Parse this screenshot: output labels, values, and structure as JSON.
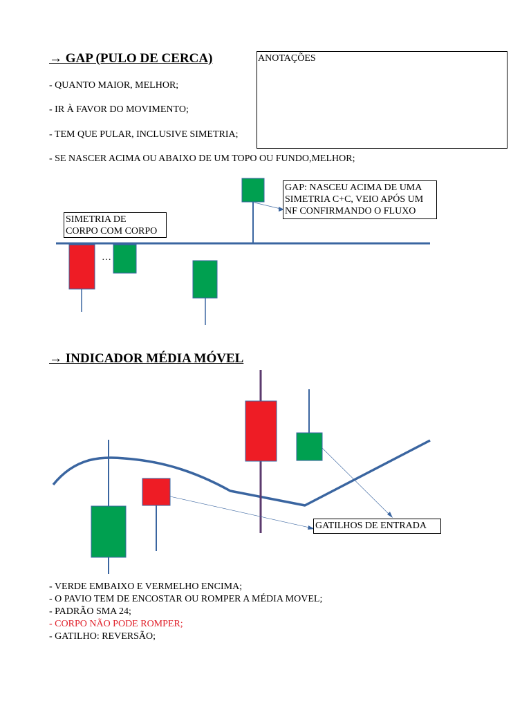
{
  "gap_section": {
    "title": "→ GAP (PULO DE CERCA)",
    "bullets": [
      "- QUANTO MAIOR, MELHOR;",
      "- IR À FAVOR DO MOVIMENTO;",
      "- TEM QUE PULAR, INCLUSIVE SIMETRIA;",
      "- SE NASCER ACIMA OU ABAIXO DE UM TOPO OU FUNDO,MELHOR;"
    ],
    "notes_box_label": "ANOTAÇÕES",
    "diagram": {
      "symmetry_label_line1": "SIMETRIA DE",
      "symmetry_label_line2": "CORPO COM CORPO",
      "ellipsis": "…",
      "gap_label_line1": "GAP: NASCEU ACIMA DE UMA",
      "gap_label_line2": "SIMETRIA C+C, VEIO APÓS UM",
      "gap_label_line3": "NF CONFIRMANDO O FLUXO"
    }
  },
  "ma_section": {
    "title": "→ INDICADOR MÉDIA MÓVEL",
    "trigger_label": "GATILHOS DE ENTRADA",
    "bullets": [
      "- VERDE EMBAIXO E VERMELHO ENCIMA;",
      "- O PAVIO TEM DE ENCOSTAR OU ROMPER A MÉDIA MOVEL;",
      "- PADRÃO SMA 24;",
      "- CORPO NÃO PODE ROMPER;",
      "- GATILHO: REVERSÃO;"
    ]
  },
  "colors": {
    "bull": "#00a050",
    "bear": "#ee1c25",
    "line": "#3a65a0",
    "wick_dark": "#5b3a6e",
    "highlight_text": "#e0202a"
  }
}
